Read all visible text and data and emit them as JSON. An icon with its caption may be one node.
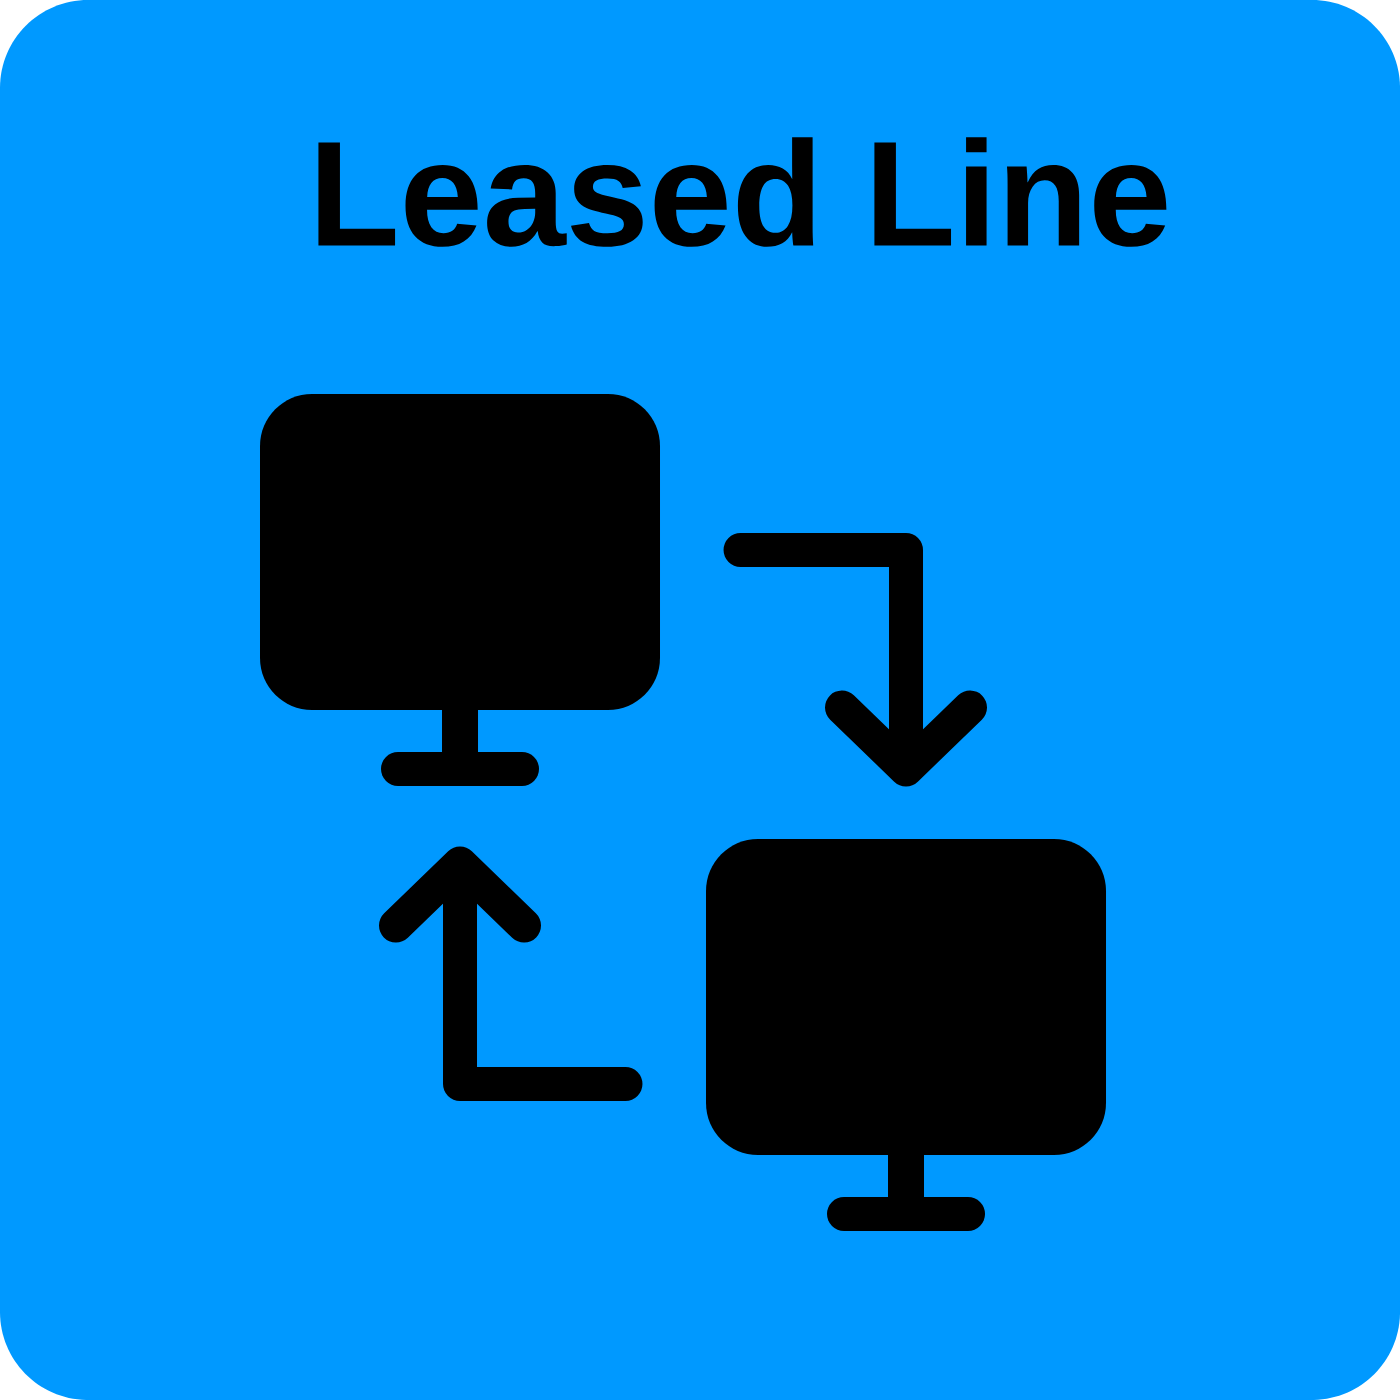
{
  "diagram": {
    "title": "Leased Line",
    "nodes": [
      {
        "text": [],
        "shape": "monitor"
      },
      {
        "text": [],
        "shape": "monitor"
      }
    ],
    "edges": [
      {
        "from": 0,
        "to": 1,
        "arrow": "to"
      },
      {
        "from": 1,
        "to": 0,
        "arrow": "to"
      }
    ]
  }
}
